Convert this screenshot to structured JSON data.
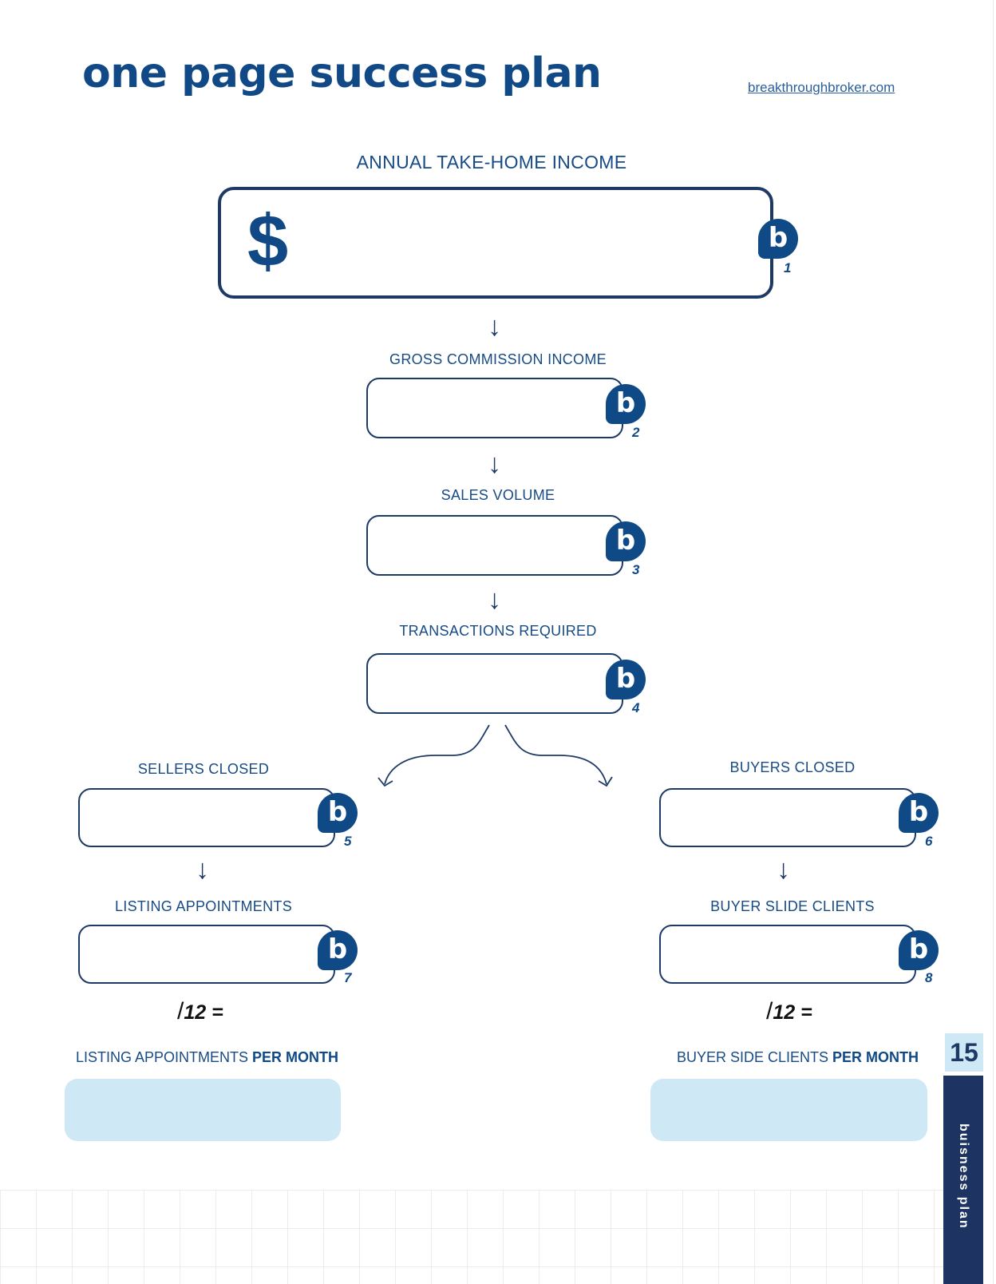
{
  "header": {
    "title": "one page success plan",
    "website": "breakthroughbroker.com"
  },
  "annual_income": {
    "label": "ANNUAL TAKE-HOME INCOME",
    "currency": "$",
    "badge": "b",
    "step": "1"
  },
  "gross_commission": {
    "label": "GROSS COMMISSION INCOME",
    "badge": "b",
    "step": "2"
  },
  "sales_volume": {
    "label": "SALES VOLUME",
    "badge": "b",
    "step": "3"
  },
  "transactions": {
    "label": "TRANSACTIONS REQUIRED",
    "badge": "b",
    "step": "4"
  },
  "sellers_closed": {
    "label": "SELLERS CLOSED",
    "badge": "b",
    "step": "5"
  },
  "buyers_closed": {
    "label": "BUYERS CLOSED",
    "badge": "b",
    "step": "6"
  },
  "listing_appointments": {
    "label": "LISTING APPOINTMENTS",
    "badge": "b",
    "step": "7"
  },
  "buyer_side_clients": {
    "label": "BUYER SLIDE CLIENTS",
    "badge": "b",
    "step": "8"
  },
  "divide": {
    "slash": "/",
    "text": "12 ="
  },
  "per_month": {
    "left_prefix": "LISTING APPOINTMENTS ",
    "right_prefix": "BUYER SIDE CLIENTS ",
    "emphasis": "PER MONTH"
  },
  "arrow_glyph": "↓",
  "page": {
    "number": "15",
    "section": "buisness plan"
  },
  "colors": {
    "primary": "#0f4a86",
    "border": "#1d3966",
    "fill": "#cfe8f5",
    "sidebar": "#1d3462"
  }
}
